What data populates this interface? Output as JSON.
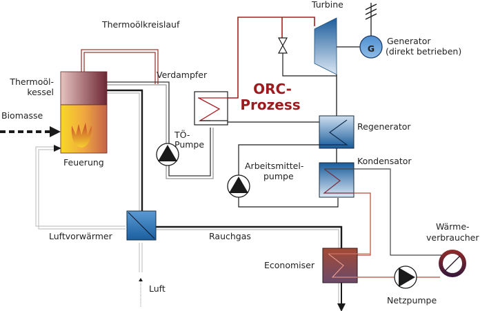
{
  "title": "ORC-Prozess",
  "labels": {
    "circuit": "Thermoölkreislauf",
    "boiler_line1": "Thermoöl-",
    "boiler_line2": "kessel",
    "biomass": "Biomasse",
    "furnace": "Feuerung",
    "evaporator": "Verdampfer",
    "oil_pump_line1": "TÖ-",
    "oil_pump_line2": "Pumpe",
    "turbine": "Turbine",
    "generator_line1": "Generator",
    "generator_line2": "(direkt betrieben)",
    "generator_symbol": "G",
    "orc_line1": "ORC-",
    "orc_line2": "Prozess",
    "regenerator": "Regenerator",
    "condenser": "Kondensator",
    "working_pump_line1": "Arbeitsmittel-",
    "working_pump_line2": "pumpe",
    "air_preheater": "Luftvorwärmer",
    "flue_gas": "Rauchgas",
    "air": "Luft",
    "economiser": "Economiser",
    "heat_consumer_line1": "Wärme-",
    "heat_consumer_line2": "verbraucher",
    "grid_pump": "Netzpumpe"
  },
  "colors": {
    "orc_red": "#9b1b1e",
    "pipe_dark": "#2a2a2a",
    "hx_blue": "#1f63a6",
    "boiler": "#7a3440",
    "furnace": "#f2c52c",
    "economiser": "#8a3a2e"
  }
}
